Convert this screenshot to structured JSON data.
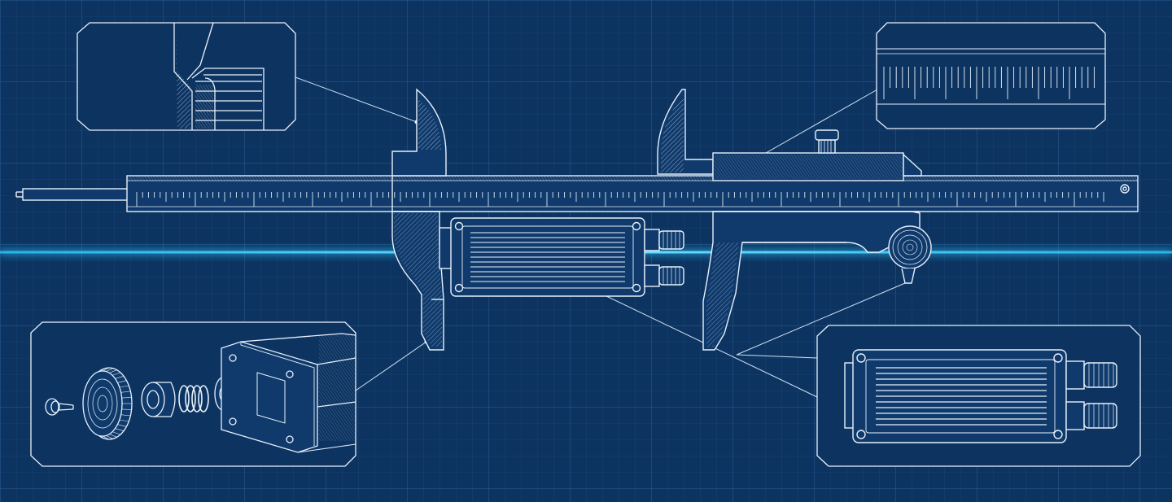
{
  "colors": {
    "background": "#0d3461",
    "background_deep": "#082649",
    "grid_minor": "#1b4a7c",
    "grid_major": "#2a5d93",
    "line": "#e8f1fb",
    "line_dim": "#a9c3df",
    "glow": "#29c8ff"
  },
  "icons": {
    "main_tool": "vernier-caliper-icon",
    "module": "sensor-module-icon",
    "knob": "thumb-wheel-icon",
    "dial": "dial-gauge-icon"
  },
  "callouts": [
    {
      "id": "jaw-tip-detail",
      "subject": "jaw-tip-icon"
    },
    {
      "id": "vernier-scale-detail",
      "subject": "vernier-scale-icon"
    },
    {
      "id": "exploded-knob-assembly",
      "subject": "thumb-wheel-assembly-icon"
    },
    {
      "id": "sensor-module-detail",
      "subject": "sensor-module-icon"
    }
  ]
}
